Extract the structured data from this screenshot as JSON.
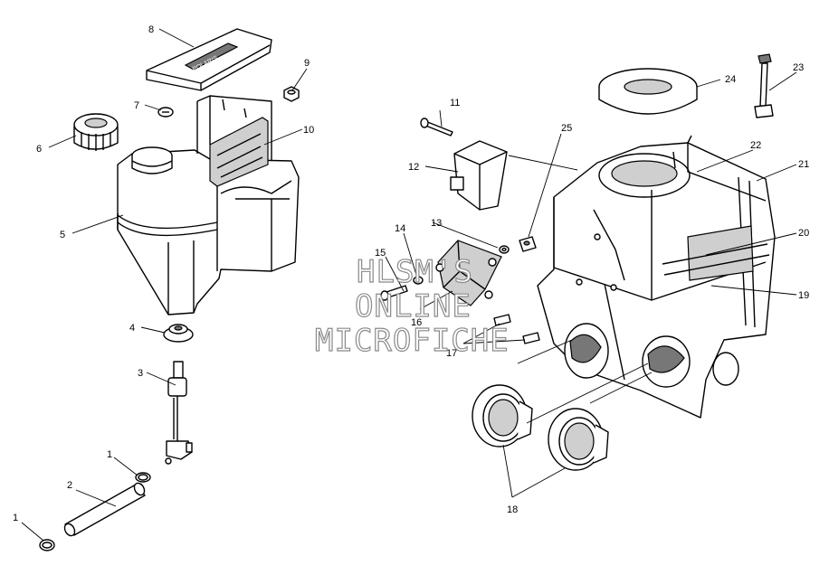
{
  "labels": {
    "p1a": "1",
    "p1b": "1",
    "p2": "2",
    "p3": "3",
    "p4": "4",
    "p5": "5",
    "p6": "6",
    "p7": "7",
    "p8": "8",
    "p9": "9",
    "p10": "10",
    "p11": "11",
    "p12": "12",
    "p13": "13",
    "p14": "14",
    "p15": "15",
    "p16": "16",
    "p17": "17",
    "p18": "18",
    "p19": "19",
    "p20": "20",
    "p21": "21",
    "p22": "22",
    "p23": "23",
    "p24": "24",
    "p25": "25"
  },
  "watermark": {
    "line1": "HLSM'S",
    "line2": "ONLINE",
    "line3": "MICROFICHE"
  },
  "cover_logo_text": "POLARIS"
}
